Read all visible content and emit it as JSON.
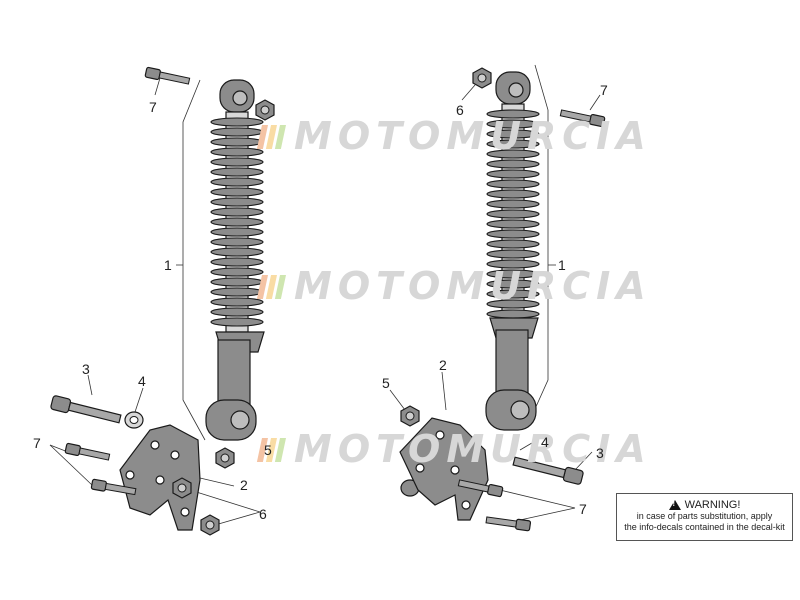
{
  "callouts": {
    "left_shock": "1",
    "right_shock": "1",
    "left_bracket": "2",
    "right_bracket": "2",
    "left_long_bolt": "3",
    "right_long_bolt": "3",
    "left_washer": "4",
    "right_washer": "4",
    "left_nut_top": "5",
    "right_nut_top": "5",
    "left_nut_bottom": "6",
    "right_nut_top_small": "6",
    "left_short_bolts": "7",
    "right_short_bolts": "7",
    "left_top_bolt": "7",
    "right_top_bolt": "7"
  },
  "watermark": {
    "text": "MOTOMURCIA"
  },
  "warning": {
    "title": "WARNING!",
    "line1": "in case of parts substitution, apply",
    "line2": "the info-decals contained in the decal-kit"
  },
  "colors": {
    "part_fill": "#8c8c8c",
    "part_stroke": "#1a1a1a",
    "watermark": "#d7d7d7"
  }
}
